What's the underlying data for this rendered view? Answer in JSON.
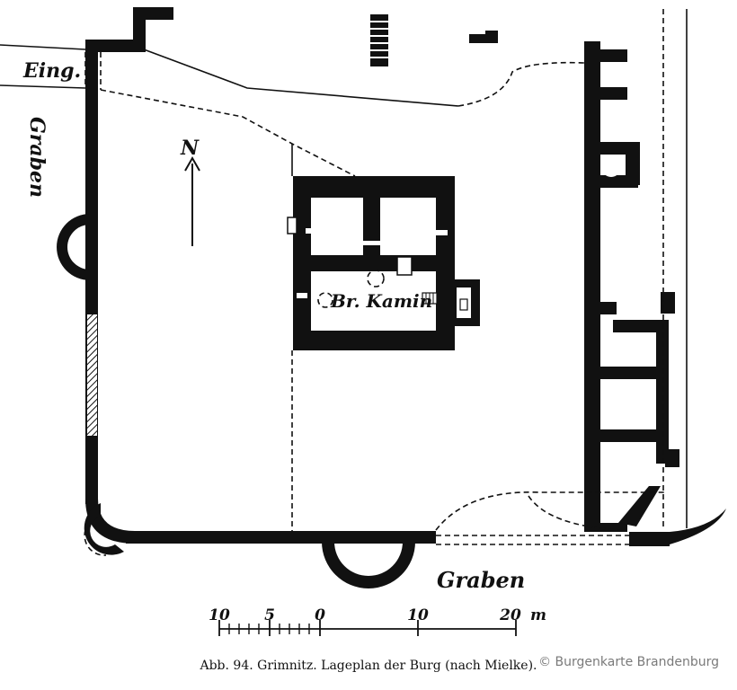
{
  "labels": {
    "entrance": "Eing.",
    "moat_west": "Graben",
    "moat_south": "Graben",
    "north": "N",
    "fireplace": "Br. Kamin"
  },
  "scale": {
    "ticks": [
      "10",
      "5",
      "0",
      "10",
      "20"
    ],
    "unit": "m"
  },
  "caption": "Abb. 94. Grimnitz. Lageplan der Burg (nach Mielke).",
  "copyright": "© Burgenkarte Brandenburg",
  "colors": {
    "ink": "#111111",
    "paper": "#ffffff",
    "copyright": "#7a7a7a"
  }
}
